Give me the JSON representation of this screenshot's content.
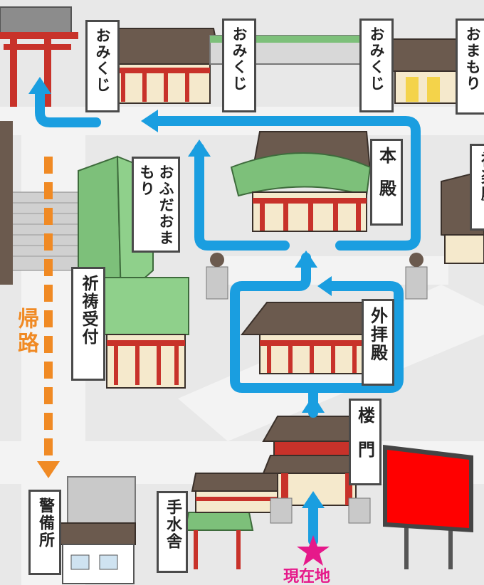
{
  "labels": {
    "omikuji_1": "おみくじ",
    "omikuji_2": "おみくじ",
    "omikuji_3": "おみくじ",
    "omamori_top": "おまもり",
    "ofuda_omamori": "おふだおまもり",
    "honden": "本殿",
    "shinsenden": "神楽殿",
    "gehaiden": "外拝殿",
    "romon": "楼門",
    "kito_uketsuke": "祈祷受付",
    "temizuya": "手水舎",
    "keibisho": "警備所"
  },
  "route": {
    "return_path": "帰路",
    "current_location": "現在地"
  },
  "colors": {
    "route_blue": "#1a9ee0",
    "return_orange": "#f08a24",
    "current_magenta": "#e6198a",
    "shrine_red": "#c8322a",
    "roof_brown": "#6b5a4e",
    "roof_green": "#7dc07a",
    "signboard_red": "#ff0000"
  },
  "icons": {
    "current_marker": "star-icon"
  }
}
